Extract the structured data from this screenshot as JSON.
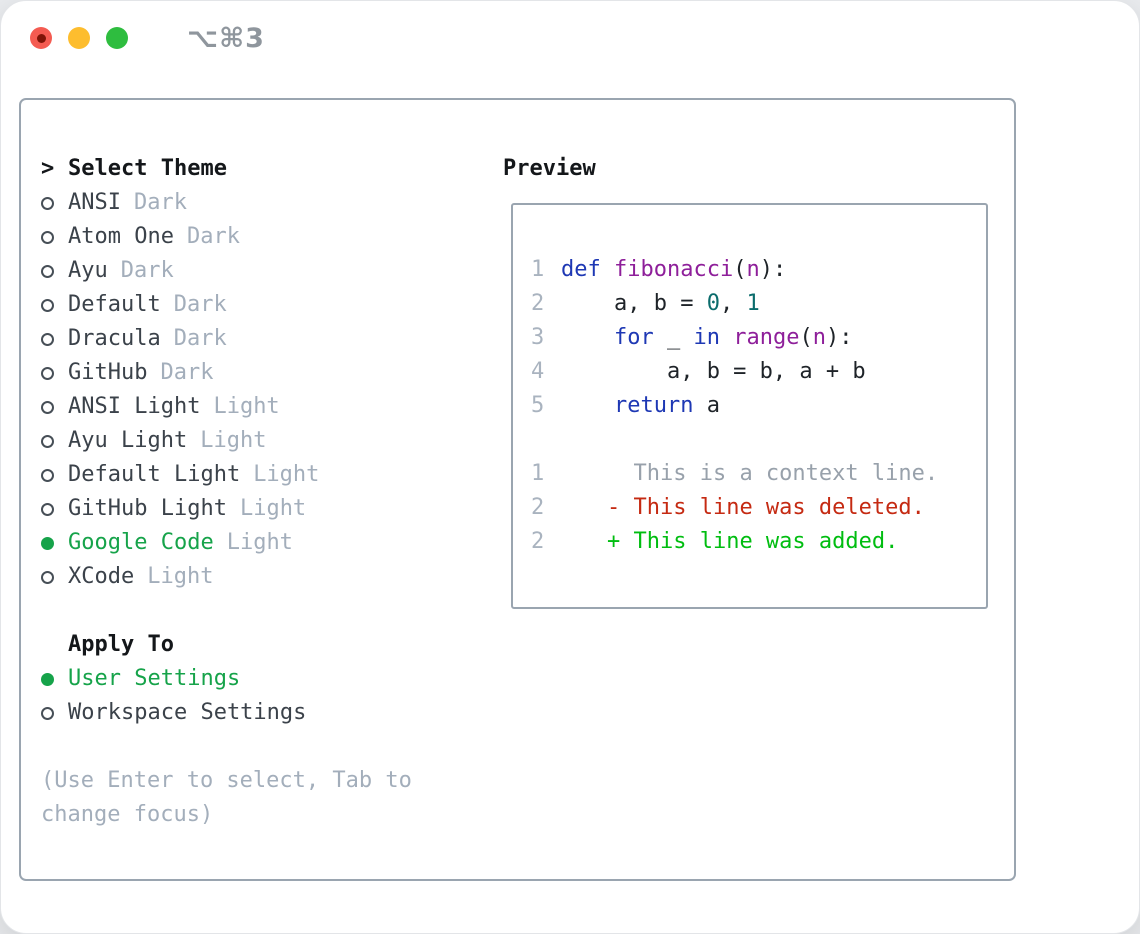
{
  "window": {
    "title": "⌥⌘3"
  },
  "theme_panel": {
    "prompt": ">",
    "select_heading": "Select Theme",
    "themes": [
      {
        "name": "ANSI",
        "variant": "Dark",
        "selected": false
      },
      {
        "name": "Atom One",
        "variant": "Dark",
        "selected": false
      },
      {
        "name": "Ayu",
        "variant": "Dark",
        "selected": false
      },
      {
        "name": "Default",
        "variant": "Dark",
        "selected": false
      },
      {
        "name": "Dracula",
        "variant": "Dark",
        "selected": false
      },
      {
        "name": "GitHub",
        "variant": "Dark",
        "selected": false
      },
      {
        "name": "ANSI Light",
        "variant": "Light",
        "selected": false
      },
      {
        "name": "Ayu Light",
        "variant": "Light",
        "selected": false
      },
      {
        "name": "Default Light",
        "variant": "Light",
        "selected": false
      },
      {
        "name": "GitHub Light",
        "variant": "Light",
        "selected": false
      },
      {
        "name": "Google Code",
        "variant": "Light",
        "selected": true
      },
      {
        "name": "XCode",
        "variant": "Light",
        "selected": false
      }
    ],
    "apply_heading": "Apply To",
    "apply_options": [
      {
        "name": "User Settings",
        "selected": true
      },
      {
        "name": "Workspace Settings",
        "selected": false
      }
    ],
    "hint": "(Use Enter to select, Tab to change focus)"
  },
  "preview": {
    "heading": "Preview",
    "code_lines": [
      {
        "num": "1",
        "tokens": [
          {
            "type": "kw",
            "text": "def"
          },
          {
            "type": "pl",
            "text": " "
          },
          {
            "type": "fn",
            "text": "fibonacci"
          },
          {
            "type": "pl",
            "text": "("
          },
          {
            "type": "fn",
            "text": "n"
          },
          {
            "type": "pl",
            "text": "):"
          }
        ]
      },
      {
        "num": "2",
        "tokens": [
          {
            "type": "pl",
            "text": "    a, b = "
          },
          {
            "type": "num",
            "text": "0"
          },
          {
            "type": "pl",
            "text": ", "
          },
          {
            "type": "num",
            "text": "1"
          }
        ]
      },
      {
        "num": "3",
        "tokens": [
          {
            "type": "pl",
            "text": "    "
          },
          {
            "type": "kw",
            "text": "for"
          },
          {
            "type": "pl",
            "text": " _ "
          },
          {
            "type": "kw",
            "text": "in"
          },
          {
            "type": "pl",
            "text": " "
          },
          {
            "type": "fn",
            "text": "range"
          },
          {
            "type": "pl",
            "text": "("
          },
          {
            "type": "fn",
            "text": "n"
          },
          {
            "type": "pl",
            "text": "):"
          }
        ]
      },
      {
        "num": "4",
        "tokens": [
          {
            "type": "pl",
            "text": "        a, b = b, a + b"
          }
        ]
      },
      {
        "num": "5",
        "tokens": [
          {
            "type": "pl",
            "text": "    "
          },
          {
            "type": "kw",
            "text": "return"
          },
          {
            "type": "pl",
            "text": " a"
          }
        ]
      }
    ],
    "diff_lines": [
      {
        "num": "1",
        "sign": " ",
        "text": "This is a context line.",
        "type": "context"
      },
      {
        "num": "2",
        "sign": "-",
        "text": "This line was deleted.",
        "type": "deleted"
      },
      {
        "num": "2",
        "sign": "+",
        "text": "This line was added.",
        "type": "added"
      }
    ]
  },
  "colors": {
    "accent_green": "#16a34a",
    "keyword_blue": "#1e38b4",
    "function_purple": "#8e1f9a",
    "number_teal": "#0b6c6c",
    "deleted_red": "#c52a12",
    "added_green": "#00bd10",
    "muted_gray": "#a3aebb",
    "text_dark": "#3b424a",
    "border_gray": "#9aa5b0"
  }
}
